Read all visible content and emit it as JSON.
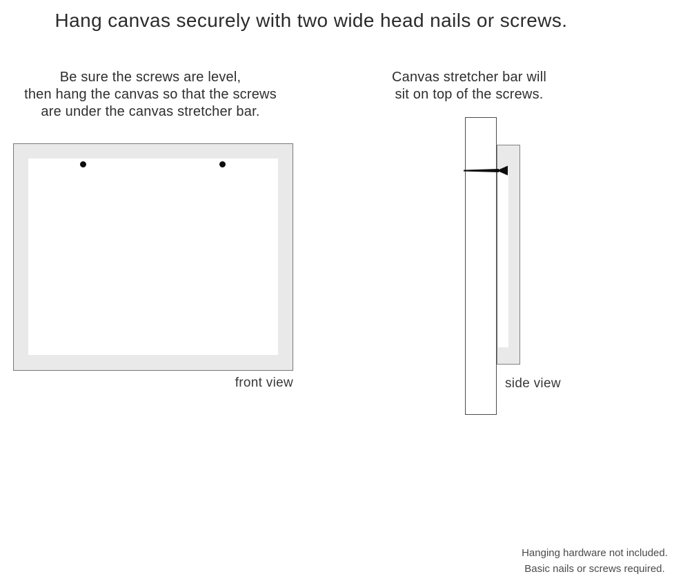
{
  "title": "Hang canvas securely with two wide head nails or screws.",
  "front_section": {
    "instruction_lines": [
      "Be sure the screws are level,",
      "then hang the canvas so that the screws",
      "are under the canvas stretcher bar."
    ],
    "view_label": "front view",
    "screw_count": 2
  },
  "side_section": {
    "instruction_lines": [
      "Canvas stretcher bar will",
      "sit on top of the screws."
    ],
    "view_label": "side view"
  },
  "footnote_lines": [
    "Hanging hardware not included.",
    "Basic nails or screws required."
  ],
  "colors": {
    "canvas_fill": "#e9e9e9",
    "frame_border": "#777777",
    "wall_border": "#4a4a4a",
    "nail_black": "#0d0d0d",
    "text_primary": "#2e2e2e",
    "text_secondary": "#4a4a4a"
  }
}
